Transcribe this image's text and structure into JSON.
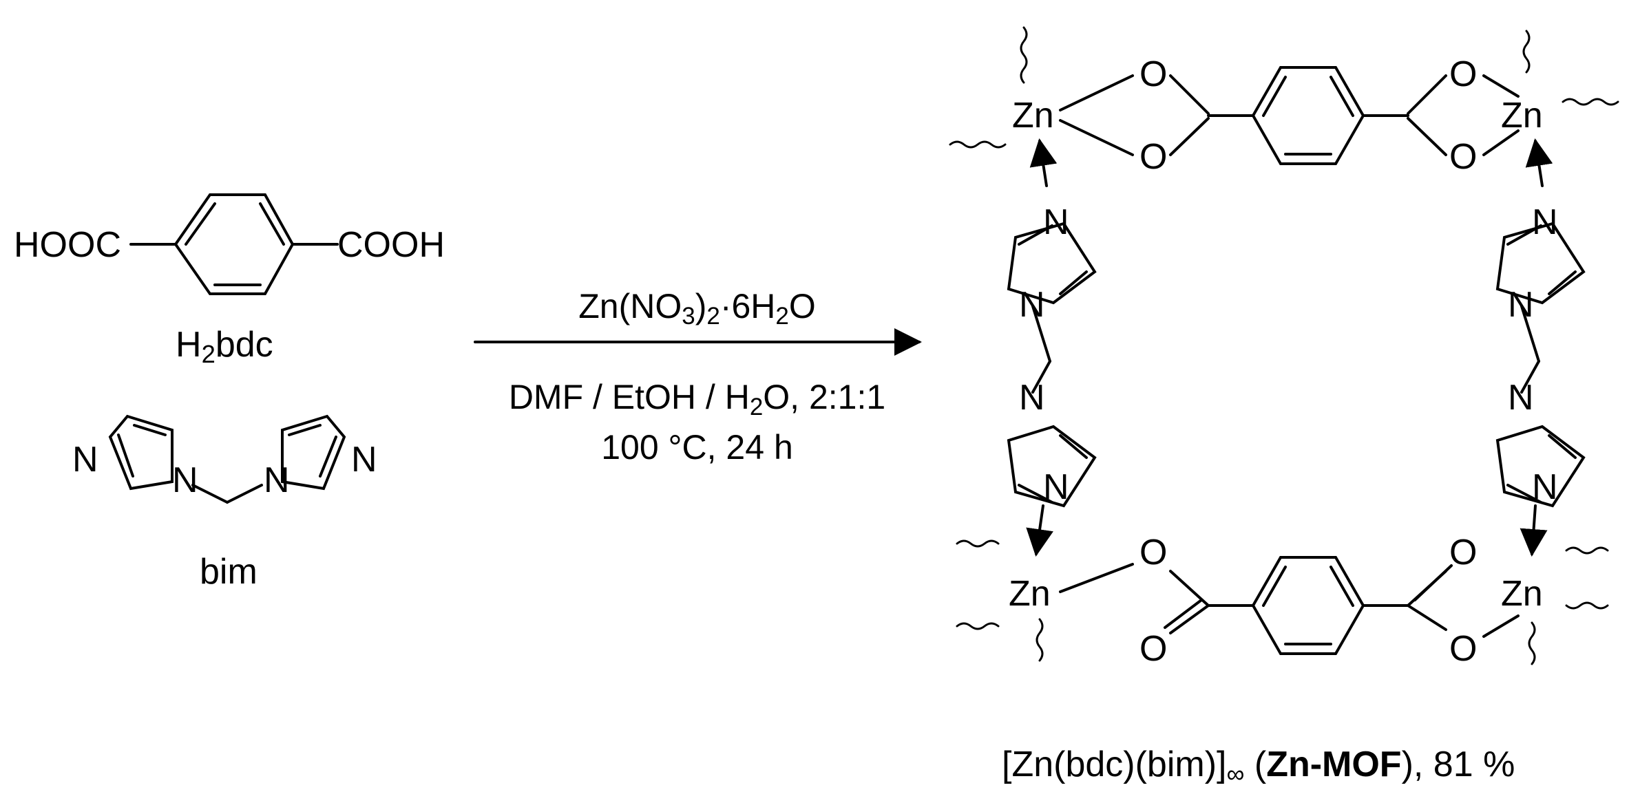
{
  "reactants": {
    "h2bdc": {
      "left_group": "HOOC",
      "right_group": "COOH",
      "name_main": "H",
      "name_sub": "2",
      "name_rest": "bdc"
    },
    "bim": {
      "n_atom": "N",
      "name": "bim"
    }
  },
  "conditions": {
    "reagent": {
      "part1": "Zn(NO",
      "sub1": "3",
      "part2": ")",
      "sub2": "2",
      "part3": "·6H",
      "sub3": "2",
      "part4": "O"
    },
    "solvent": {
      "part1": "DMF / EtOH / H",
      "sub1": "2",
      "part2": "O, 2:1:1"
    },
    "temp_time": "100 °C, 24 h"
  },
  "product": {
    "metal": "Zn",
    "oxygen": "O",
    "nitrogen": "N",
    "caption": {
      "part1": "[Zn(bdc)(bim)]",
      "sub": "∞",
      "part2": " (",
      "bold": "Zn-MOF",
      "part3": "), 81 %"
    }
  }
}
